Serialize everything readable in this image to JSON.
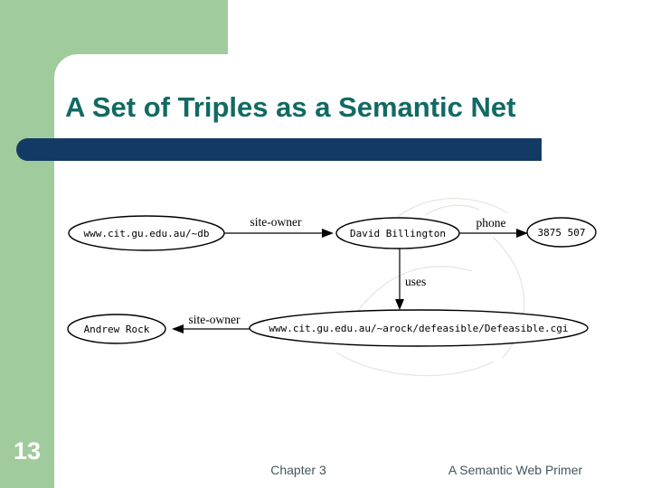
{
  "slide": {
    "title": "A Set of Triples as a Semantic Net",
    "page_number": "13",
    "footer": {
      "chapter": "Chapter 3",
      "book": "A Semantic Web Primer"
    }
  },
  "colors": {
    "accent_green": "#a0cb9c",
    "title_bar_navy": "#133a64",
    "title_teal": "#116a63",
    "footer_text": "#44565c",
    "diagram_ink": "#000000",
    "node_fill": "#ffffff"
  },
  "diagram": {
    "type": "semantic-net",
    "nodes": [
      {
        "id": "db-site",
        "label": "www.cit.gu.edu.au/~db"
      },
      {
        "id": "david-billington",
        "label": "David Billington"
      },
      {
        "id": "phone-number",
        "label": "3875 507"
      },
      {
        "id": "arock-site",
        "label": "www.cit.gu.edu.au/~arock/defeasible/Defeasible.cgi"
      },
      {
        "id": "andrew-rock",
        "label": "Andrew Rock"
      }
    ],
    "edges": [
      {
        "from": "db-site",
        "to": "david-billington",
        "label": "site-owner"
      },
      {
        "from": "david-billington",
        "to": "phone-number",
        "label": "phone"
      },
      {
        "from": "david-billington",
        "to": "arock-site",
        "label": "uses"
      },
      {
        "from": "arock-site",
        "to": "andrew-rock",
        "label": "site-owner"
      }
    ]
  }
}
